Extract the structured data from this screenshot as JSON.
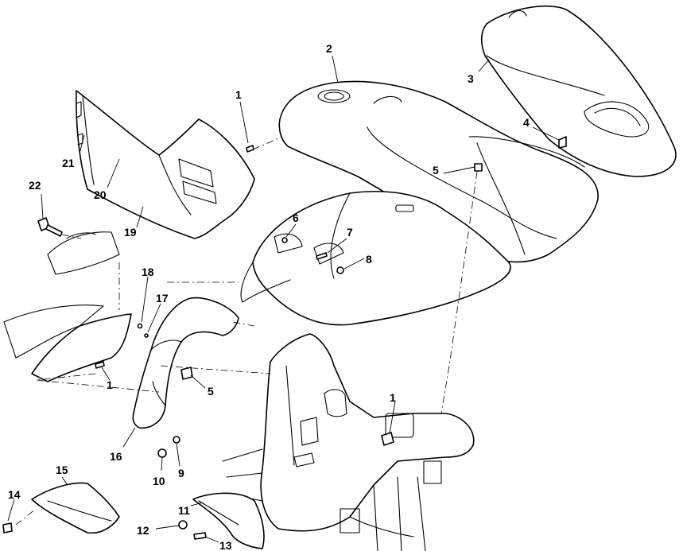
{
  "callouts": [
    {
      "id": "c1a",
      "text": "1"
    },
    {
      "id": "c2",
      "text": "2"
    },
    {
      "id": "c3",
      "text": "3"
    },
    {
      "id": "c4",
      "text": "4"
    },
    {
      "id": "c5a",
      "text": "5"
    },
    {
      "id": "c6",
      "text": "6"
    },
    {
      "id": "c7",
      "text": "7"
    },
    {
      "id": "c8",
      "text": "8"
    },
    {
      "id": "c18",
      "text": "18"
    },
    {
      "id": "c17",
      "text": "17"
    },
    {
      "id": "c1b",
      "text": "1"
    },
    {
      "id": "c5b",
      "text": "5"
    },
    {
      "id": "c1c",
      "text": "1"
    },
    {
      "id": "c16",
      "text": "16"
    },
    {
      "id": "c10",
      "text": "10"
    },
    {
      "id": "c9",
      "text": "9"
    },
    {
      "id": "c15",
      "text": "15"
    },
    {
      "id": "c14",
      "text": "14"
    },
    {
      "id": "c11",
      "text": "11"
    },
    {
      "id": "c12",
      "text": "12"
    },
    {
      "id": "c13",
      "text": "13"
    },
    {
      "id": "c22",
      "text": "22"
    },
    {
      "id": "c21",
      "text": "21"
    },
    {
      "id": "c20",
      "text": "20"
    },
    {
      "id": "c19",
      "text": "19"
    }
  ]
}
